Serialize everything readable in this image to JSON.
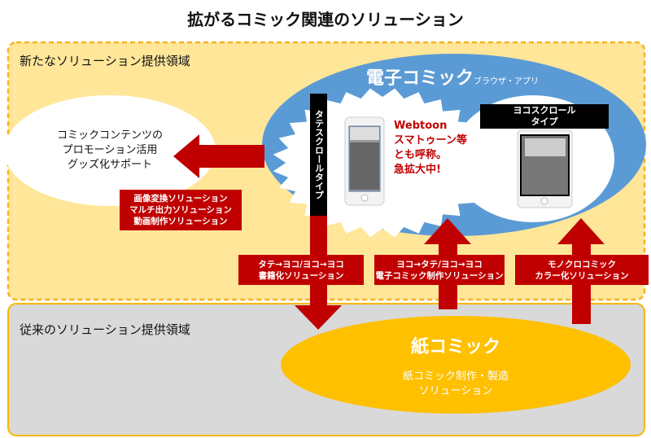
{
  "title": "拡がるコミック関連のソリューション",
  "new_area": {
    "label": "新たなソリューション提供領域"
  },
  "old_area": {
    "label": "従来のソリューション提供領域"
  },
  "digital": {
    "title": "電子コミック",
    "subtitle": "ブラウザ・アプリ",
    "vertical_type": "タテスクロールタイプ",
    "horizontal_type": [
      "ヨコスクロール",
      "タイプ"
    ],
    "webtoon": [
      "Webtoon",
      "スマトゥーン等",
      "とも呼称。",
      "急拡大中!"
    ]
  },
  "promo": {
    "lines": [
      "コミックコンテンツの",
      "プロモーション活用",
      "グッズ化サポート"
    ]
  },
  "solutions_left": [
    "画像変換ソリューション",
    "マルチ出力ソリューション",
    "動画制作ソリューション"
  ],
  "solution_boxes": [
    [
      "タテ→ヨコ/ヨコ→ヨコ",
      "書籍化ソリューション"
    ],
    [
      "ヨコ→タテ/ヨコ→ヨコ",
      "電子コミック制作ソリューション"
    ],
    [
      "モノクロコミック",
      "カラー化ソリューション"
    ]
  ],
  "paper": {
    "title": "紙コミック",
    "lines": [
      "紙コミック制作・製造",
      "ソリューション"
    ]
  },
  "colors": {
    "red": "#C00000",
    "blue": "#5B9BD5",
    "yellow": "#FFC000",
    "cream": "#FFE699",
    "gray": "#D9D9D9"
  }
}
